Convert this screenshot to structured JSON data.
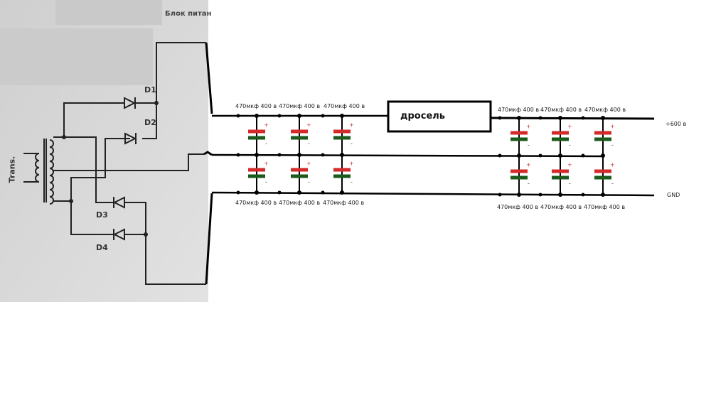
{
  "title": "Блок питан",
  "transformer_label": "Trans.",
  "diodes": [
    "D1",
    "D2",
    "D3",
    "D4"
  ],
  "choke_label": "дросель",
  "capacitor_label": "470мкф 400 в",
  "outputs": {
    "positive": "+600 в",
    "ground": "GND"
  },
  "cap_labels": {
    "left_top": [
      "470мкф 400 в",
      "470мкф 400 в",
      "470мкф 400 в"
    ],
    "left_bottom": [
      "470мкф 400 в",
      "470мкф 400 в",
      "470мкф 400 в"
    ],
    "right_top": [
      "470мкф 400 в",
      "470мкф 400 в",
      "470мкф 400 в"
    ],
    "right_bottom": [
      "470мкф 400 в",
      "470мкф 400 в",
      "470мкф 400 в"
    ]
  },
  "colors": {
    "cap_positive": "#d42a2a",
    "cap_negative": "#1a5a1a",
    "photo_bg": "#d6d6d6"
  }
}
